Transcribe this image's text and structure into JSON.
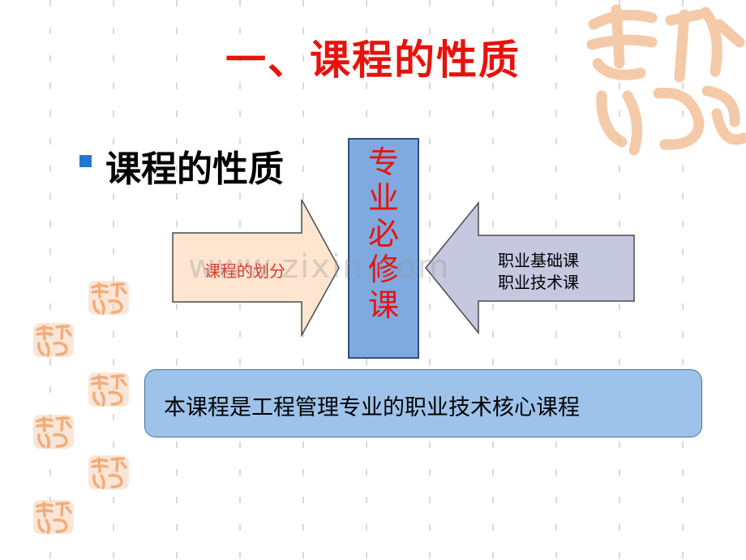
{
  "slide": {
    "title": "一、课程的性质",
    "bullet": "课程的性质",
    "diagram": {
      "center_chars": [
        "专",
        "业",
        "必",
        "修",
        "课"
      ],
      "left_arrow_label": "课程的划分",
      "right_arrow_lines": [
        "职业基础课",
        "职业技术课"
      ]
    },
    "summary": "本课程是工程管理专业的职业技术核心课程",
    "watermark": "www.zixin.com"
  },
  "colors": {
    "title": "#e8120c",
    "bullet_square": "#1f78d6",
    "center_box": "#7faae0",
    "left_arrow": "#fde5d0",
    "right_arrow": "#c6c8e0",
    "bottom_box": "#9ec3ea",
    "seal": "#f3b98a"
  },
  "icons": {
    "bullet": "square-bullet-icon",
    "seal": "jixiang-seal-icon"
  }
}
